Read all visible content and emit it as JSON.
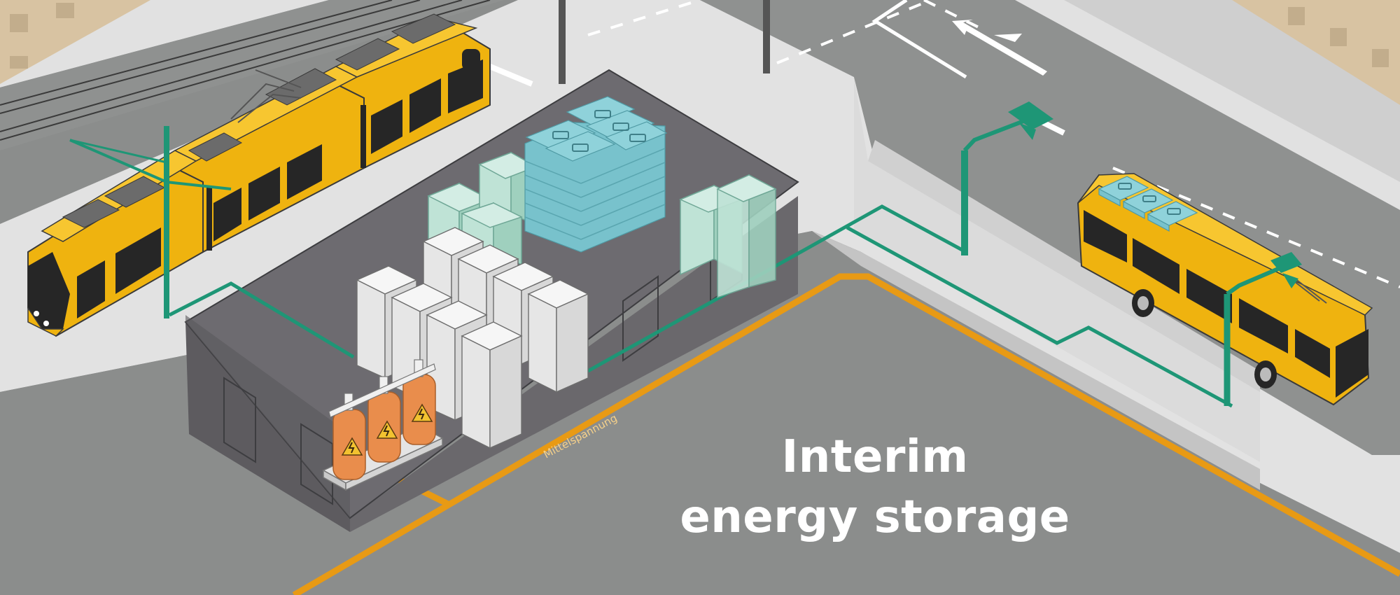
{
  "headline": {
    "line1": "Interim",
    "line2": "energy storage"
  },
  "cable_label": "Mittelspannung",
  "colors": {
    "background": "#8b8d8c",
    "sidewalk": "#e1e1e1",
    "building": "#5f5d60",
    "vehicle_yellow": "#efb30f",
    "medium_voltage_cable": "#e89a14",
    "dc_cable": "#1e9676",
    "battery_teal": "#7cc8d2",
    "cabinet_mint": "#a9d8c6",
    "transformer_orange": "#e98d4c",
    "text": "#ffffff"
  },
  "icons": [
    "tram",
    "trolleybus",
    "battery-module-icon",
    "high-voltage-warning-icon",
    "lane-arrow-icon",
    "street-lamp"
  ]
}
